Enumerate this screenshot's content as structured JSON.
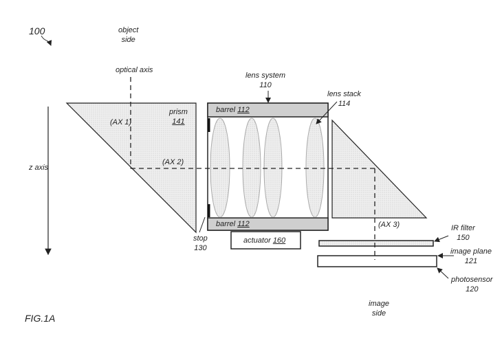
{
  "figure_label": "FIG.1A",
  "ref_100": "100",
  "object_side": [
    "object",
    "side"
  ],
  "image_side": [
    "image",
    "side"
  ],
  "optical_axis": "optical axis",
  "z_axis": "z axis",
  "prism": {
    "label": "prism",
    "num": "141"
  },
  "ax1": "(AX 1)",
  "ax2": "(AX 2)",
  "ax3": "(AX 3)",
  "lens_system": {
    "label": "lens system",
    "num": "110"
  },
  "lens_stack": {
    "label": "lens stack",
    "num": "114"
  },
  "barrel": {
    "label": "barrel",
    "num": "112"
  },
  "stop": {
    "label": "stop",
    "num": "130"
  },
  "actuator": {
    "label": "actuator",
    "num": "160"
  },
  "ir_filter": {
    "label": "IR filter",
    "num": "150"
  },
  "image_plane": {
    "label": "image plane",
    "num": "121"
  },
  "photosensor": {
    "label": "photosensor",
    "num": "120"
  },
  "colors": {
    "fill": "#e4e4e4",
    "barrel": "#cfcfcf",
    "line": "#222222"
  }
}
